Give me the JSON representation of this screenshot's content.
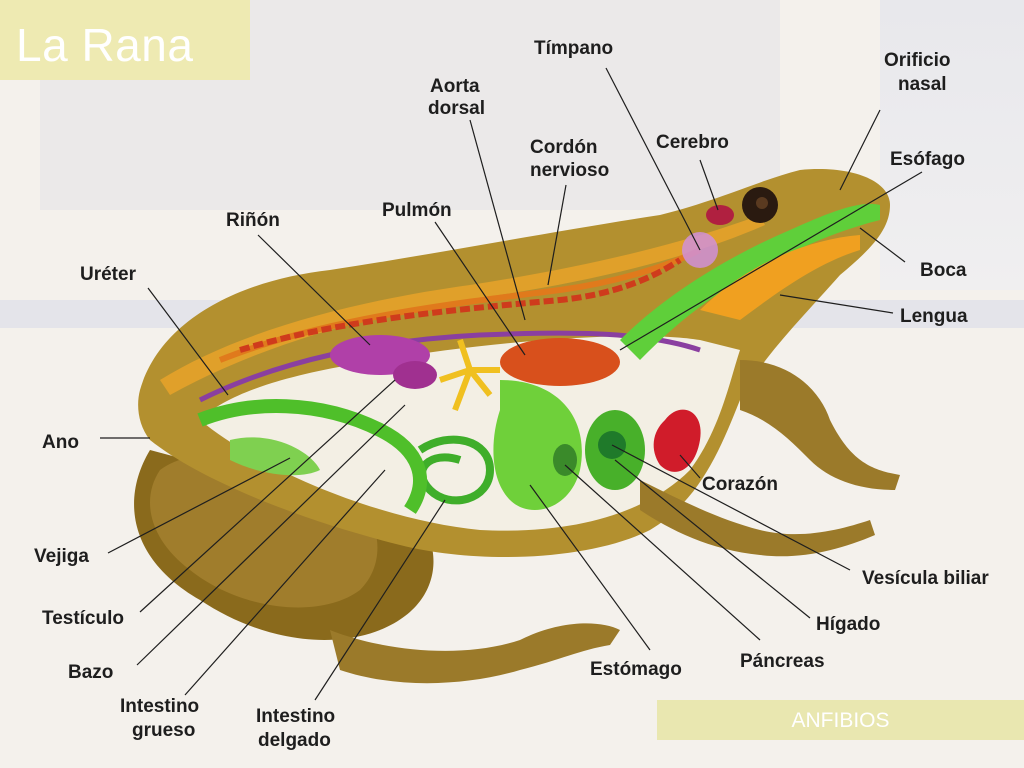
{
  "title": "La Rana",
  "footer": "ANFIBIOS",
  "labels": {
    "timpano": "Tímpano",
    "orificio_nasal_1": "Orificio",
    "orificio_nasal_2": "nasal",
    "aorta_1": "Aorta",
    "aorta_2": "dorsal",
    "cordon_1": "Cordón",
    "cordon_2": "nervioso",
    "cerebro": "Cerebro",
    "esofago": "Esófago",
    "rinon": "Riñón",
    "pulmon": "Pulmón",
    "ureter": "Uréter",
    "boca": "Boca",
    "lengua": "Lengua",
    "ano": "Ano",
    "corazon": "Corazón",
    "vejiga": "Vejiga",
    "vesicula": "Vesícula biliar",
    "testiculo": "Testículo",
    "higado": "Hígado",
    "bazo": "Bazo",
    "estomago": "Estómago",
    "pancreas": "Páncreas",
    "int_grueso_1": "Intestino",
    "int_grueso_2": "grueso",
    "int_delgado_1": "Intestino",
    "int_delgado_2": "delgado"
  }
}
